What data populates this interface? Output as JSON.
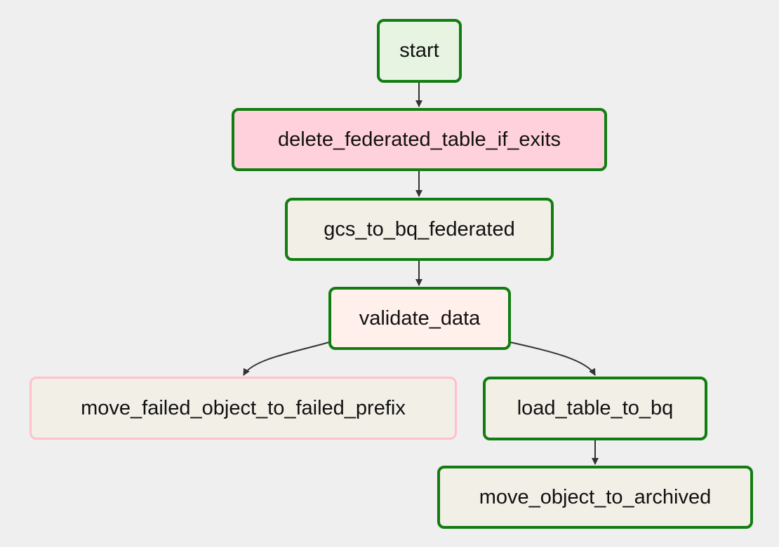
{
  "dag": {
    "tasks": [
      {
        "id": "start",
        "label": "start",
        "fill": "#e6f4e1",
        "border": "#117d11",
        "border_width": 4
      },
      {
        "id": "delete",
        "label": "delete_federated_table_if_exits",
        "fill": "#ffd1dc",
        "border": "#117d11",
        "border_width": 4
      },
      {
        "id": "gcs",
        "label": "gcs_to_bq_federated",
        "fill": "#f1efe6",
        "border": "#117d11",
        "border_width": 4
      },
      {
        "id": "validate",
        "label": "validate_data",
        "fill": "#fff0eb",
        "border": "#117d11",
        "border_width": 4
      },
      {
        "id": "failed",
        "label": "move_failed_object_to_failed_prefix",
        "fill": "#f1efe6",
        "border": "#ffc0cb",
        "border_width": 3
      },
      {
        "id": "load",
        "label": "load_table_to_bq",
        "fill": "#f1efe6",
        "border": "#117d11",
        "border_width": 4
      },
      {
        "id": "archived",
        "label": "move_object_to_archived",
        "fill": "#f1efe6",
        "border": "#117d11",
        "border_width": 4
      }
    ],
    "edges": [
      {
        "from": "start",
        "to": "delete"
      },
      {
        "from": "delete",
        "to": "gcs"
      },
      {
        "from": "gcs",
        "to": "validate"
      },
      {
        "from": "validate",
        "to": "failed"
      },
      {
        "from": "validate",
        "to": "load"
      },
      {
        "from": "load",
        "to": "archived"
      }
    ],
    "edge_color": "#333333",
    "background": "#efefef"
  }
}
